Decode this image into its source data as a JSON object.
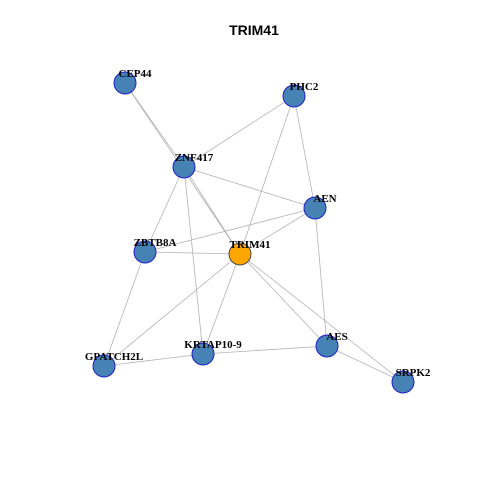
{
  "title": "TRIM41",
  "colors": {
    "center_fill": "#FFA500",
    "node_fill": "#4682B4",
    "node_stroke": "#1E1EC8",
    "center_stroke": "#4a4a4a",
    "edge": "#B3B3B3"
  },
  "nodes": [
    {
      "id": "CEP44",
      "label": "CEP44",
      "center": false
    },
    {
      "id": "PHC2",
      "label": "PHC2",
      "center": false
    },
    {
      "id": "ZNF417",
      "label": "ZNF417",
      "center": false
    },
    {
      "id": "AEN",
      "label": "AEN",
      "center": false
    },
    {
      "id": "ZBTB8A",
      "label": "ZBTB8A",
      "center": false
    },
    {
      "id": "TRIM41",
      "label": "TRIM41",
      "center": true
    },
    {
      "id": "GPATCH2L",
      "label": "GPATCH2L",
      "center": false
    },
    {
      "id": "KRTAP10-9",
      "label": "KRTAP10-9",
      "center": false
    },
    {
      "id": "AES",
      "label": "AES",
      "center": false
    },
    {
      "id": "SRPK2",
      "label": "SRPK2",
      "center": false
    }
  ],
  "edges": [
    [
      "CEP44",
      "ZNF417"
    ],
    [
      "CEP44",
      "TRIM41"
    ],
    [
      "PHC2",
      "ZNF417"
    ],
    [
      "PHC2",
      "TRIM41"
    ],
    [
      "PHC2",
      "AEN"
    ],
    [
      "ZNF417",
      "TRIM41"
    ],
    [
      "ZNF417",
      "ZBTB8A"
    ],
    [
      "ZNF417",
      "AEN"
    ],
    [
      "ZNF417",
      "KRTAP10-9"
    ],
    [
      "AEN",
      "ZBTB8A"
    ],
    [
      "AEN",
      "TRIM41"
    ],
    [
      "AEN",
      "AES"
    ],
    [
      "ZBTB8A",
      "TRIM41"
    ],
    [
      "ZBTB8A",
      "GPATCH2L"
    ],
    [
      "TRIM41",
      "GPATCH2L"
    ],
    [
      "TRIM41",
      "KRTAP10-9"
    ],
    [
      "TRIM41",
      "AES"
    ],
    [
      "TRIM41",
      "SRPK2"
    ],
    [
      "GPATCH2L",
      "KRTAP10-9"
    ],
    [
      "KRTAP10-9",
      "AES"
    ],
    [
      "AES",
      "SRPK2"
    ]
  ]
}
